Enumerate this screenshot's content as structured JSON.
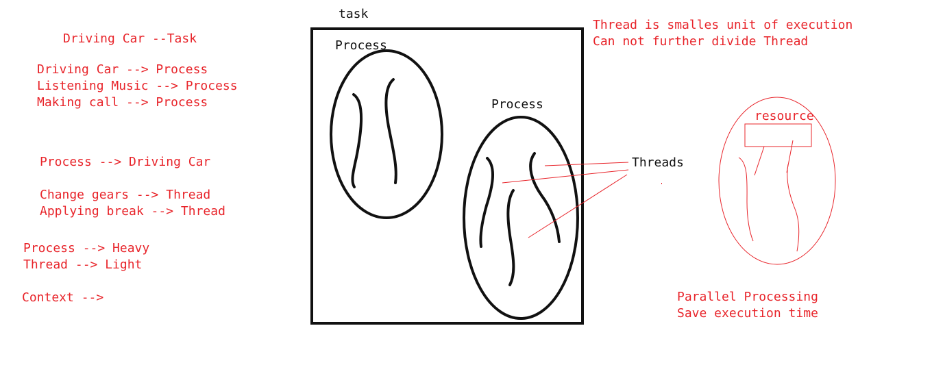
{
  "left_notes": {
    "title": "Driving Car --Task",
    "group1": [
      "Driving Car --> Process",
      "Listening Music --> Process",
      "Making call --> Process"
    ],
    "group2_header": "Process --> Driving Car",
    "group2": [
      "Change gears --> Thread",
      "Applying break --> Thread"
    ],
    "group3": [
      "Process --> Heavy",
      "Thread --> Light"
    ],
    "context": "Context -->"
  },
  "diagram": {
    "box_label": "task",
    "process_label_1": "Process",
    "process_label_2": "Process",
    "threads_label": "Threads"
  },
  "right_notes": {
    "lines": [
      "Thread is smalles unit of execution",
      "Can not further divide Thread"
    ],
    "resource_label": "resource",
    "parallel": [
      "Parallel Processing",
      "Save execution time"
    ]
  },
  "colors": {
    "red": "#e8242a",
    "black": "#111111"
  }
}
